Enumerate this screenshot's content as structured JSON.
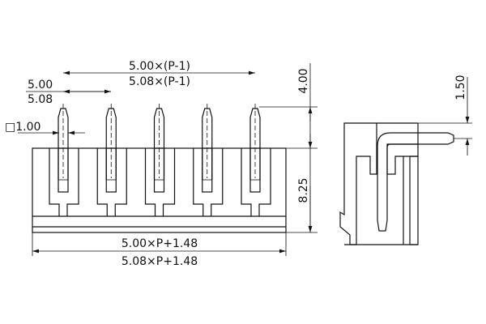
{
  "front_view": {
    "pitch_span_label_1": "5.00×(P-1)",
    "pitch_span_label_2": "5.08×(P-1)",
    "pitch_label_1": "5.00",
    "pitch_label_2": "5.08",
    "pin_size_label": "□1.00",
    "pin_height_label": "4.00",
    "body_height_label": "8.25",
    "total_length_label_1": "5.00×P+1.48",
    "total_length_label_2": "5.08×P+1.48",
    "pin_count_shown": 5
  },
  "side_view": {
    "pin_offset_label": "1.50"
  }
}
